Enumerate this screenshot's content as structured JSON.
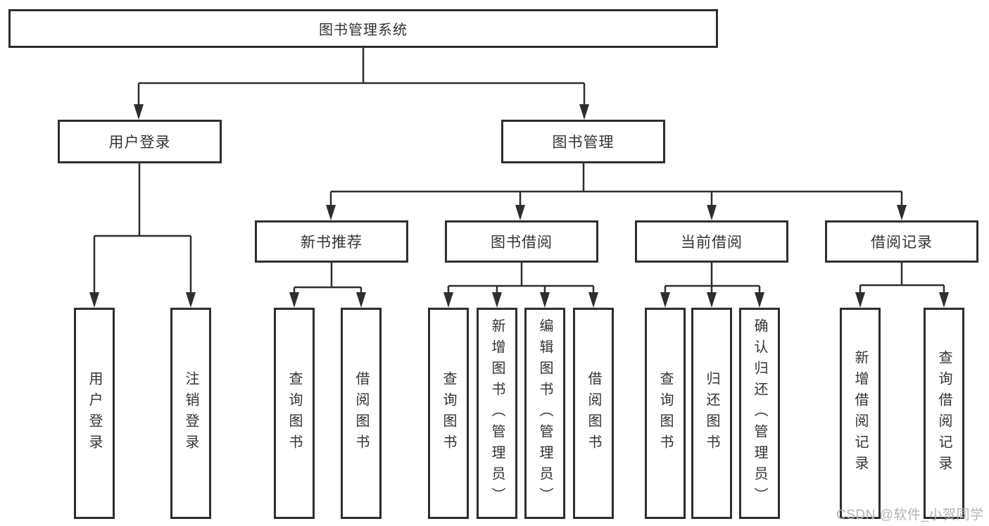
{
  "diagram": {
    "type": "tree",
    "title": "图书管理系统",
    "watermark": "CSDN @软件_小贺同学",
    "colors": {
      "background": "#ffffff",
      "line": "#2e2e2e",
      "box_border": "#2e2e2e",
      "text": "#333333",
      "watermark": "#b3b3b3"
    },
    "nodes": {
      "root": {
        "label": "图书管理系统",
        "children": [
          "user_login",
          "book_mgmt"
        ]
      },
      "user_login": {
        "label": "用户登录",
        "children": [
          "leaf_user_login",
          "leaf_logout"
        ]
      },
      "book_mgmt": {
        "label": "图书管理",
        "children": [
          "new_book_rec",
          "book_borrow",
          "current_borrow",
          "borrow_records"
        ]
      },
      "new_book_rec": {
        "label": "新书推荐",
        "children": [
          "rec_query_book",
          "rec_borrow_book"
        ]
      },
      "book_borrow": {
        "label": "图书借阅",
        "children": [
          "bb_query_book",
          "bb_add_book",
          "bb_edit_book",
          "bb_borrow_book"
        ]
      },
      "current_borrow": {
        "label": "当前借阅",
        "children": [
          "cb_query_book",
          "cb_return_book",
          "cb_confirm_return"
        ]
      },
      "borrow_records": {
        "label": "借阅记录",
        "children": [
          "br_add_record",
          "br_query_record"
        ]
      },
      "leaf_user_login": {
        "label": "用户登录"
      },
      "leaf_logout": {
        "label": "注销登录"
      },
      "rec_query_book": {
        "label": "查询图书"
      },
      "rec_borrow_book": {
        "label": "借阅图书"
      },
      "bb_query_book": {
        "label": "查询图书"
      },
      "bb_add_book": {
        "label": "新增图书（管理员）"
      },
      "bb_edit_book": {
        "label": "编辑图书（管理员）"
      },
      "bb_borrow_book": {
        "label": "借阅图书"
      },
      "cb_query_book": {
        "label": "查询图书"
      },
      "cb_return_book": {
        "label": "归还图书"
      },
      "cb_confirm_return": {
        "label": "确认归还（管理员）"
      },
      "br_add_record": {
        "label": "新增借阅记录"
      },
      "br_query_record": {
        "label": "查询借阅记录"
      }
    }
  }
}
